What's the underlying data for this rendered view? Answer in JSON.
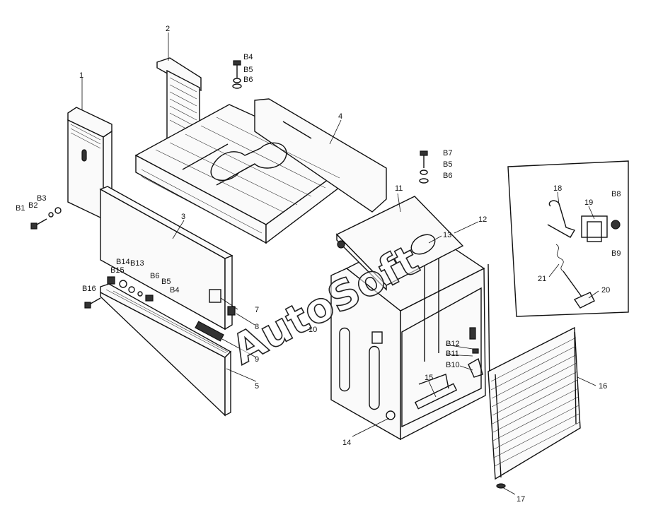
{
  "watermark": "AutoSoft",
  "callouts": {
    "c1": "1",
    "c2": "2",
    "c3": "3",
    "c4": "4",
    "c5": "5",
    "c7": "7",
    "c8": "8",
    "c9": "9",
    "c10": "10",
    "c11": "11",
    "c12": "12",
    "c13": "13",
    "c14": "14",
    "c15": "15",
    "c16": "16",
    "c17": "17",
    "c18": "18",
    "c19": "19",
    "c20": "20",
    "c21": "21",
    "b1": "B1",
    "b2": "B2",
    "b3": "B3",
    "b4a": "B4",
    "b5a": "B5",
    "b6a": "B6",
    "b7": "B7",
    "b5b": "B5",
    "b6b": "B6",
    "b8": "B8",
    "b9": "B9",
    "b10": "B10",
    "b11": "B11",
    "b12": "B12",
    "b13": "B13",
    "b14": "B14",
    "b15": "B15",
    "b16": "B16",
    "b6c": "B6",
    "b5c": "B5",
    "b4c": "B4"
  }
}
